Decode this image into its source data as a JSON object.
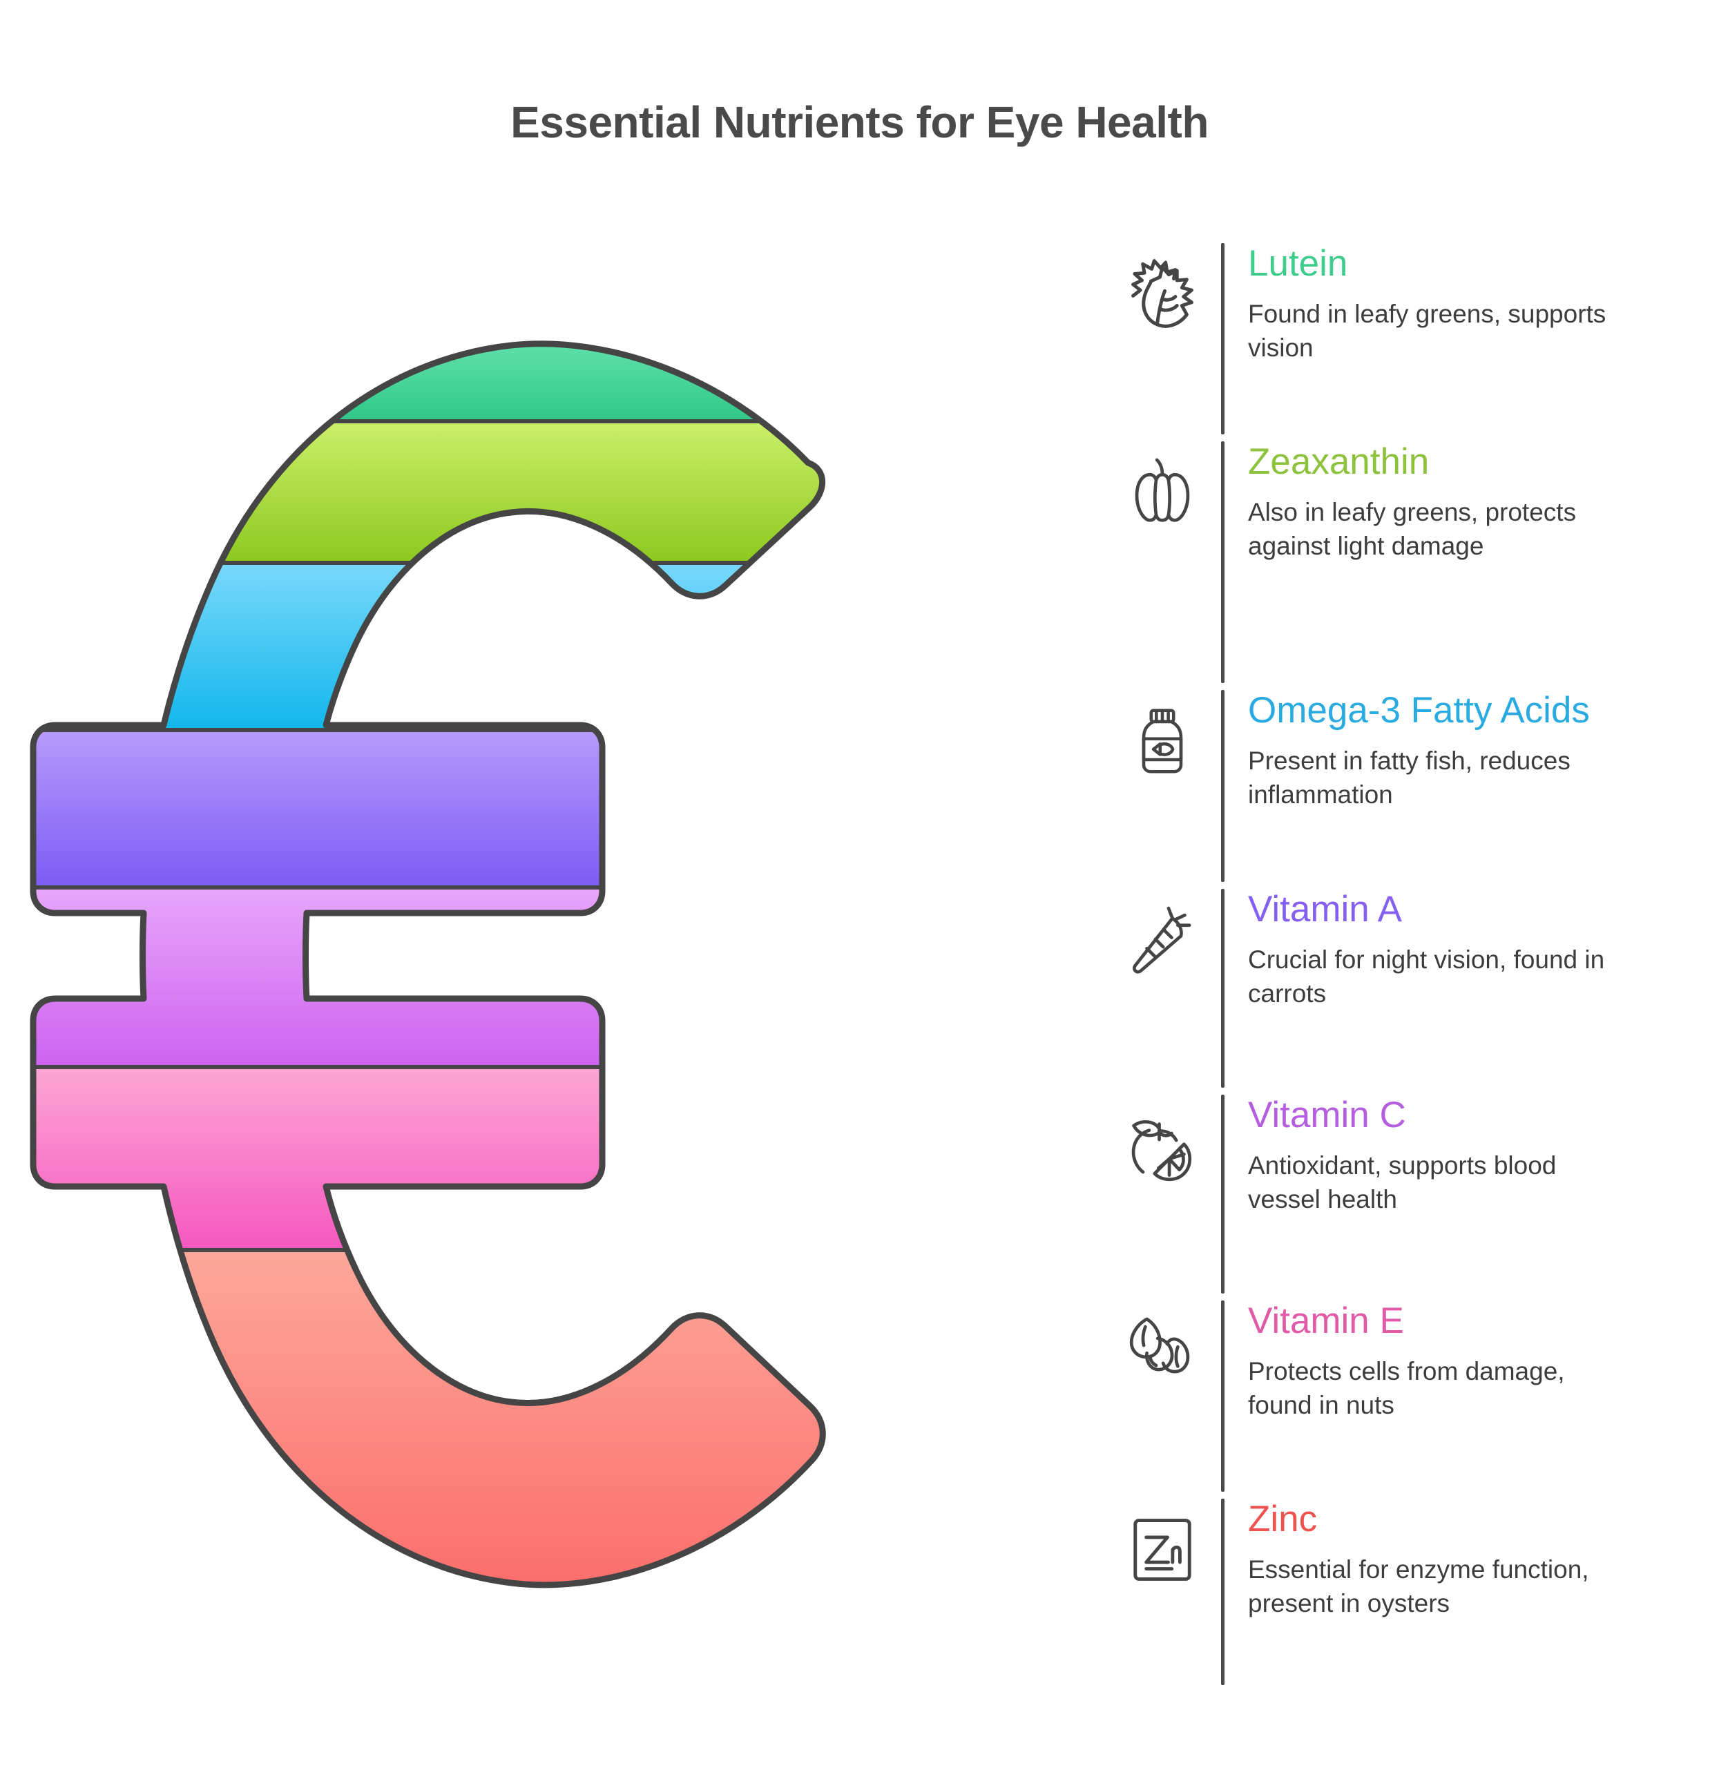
{
  "title": "Essential Nutrients for Eye Health",
  "colors": {
    "title_text": "#4a4a4a",
    "body_text": "#3d3d3d",
    "outline": "#454545",
    "background": "#ffffff",
    "lutein": "#3ECD8C",
    "zeaxanthin": "#8CC23C",
    "omega3": "#29ABE2",
    "vitamin_a": "#8560F0",
    "vitamin_c": "#B55EE0",
    "vitamin_e": "#E05AA8",
    "zinc": "#EF5350"
  },
  "legend": {
    "items": [
      {
        "id": "lutein",
        "title": "Lutein",
        "description": "Found in leafy greens, supports vision",
        "color": "#3ECD8C",
        "icon": "leaves-icon"
      },
      {
        "id": "zeaxanthin",
        "title": "Zeaxanthin",
        "description": "Also in leafy greens, protects against light damage",
        "color": "#8CC23C",
        "icon": "bell-pepper-icon"
      },
      {
        "id": "omega3",
        "title": "Omega-3 Fatty Acids",
        "description": "Present in fatty fish, reduces inflammation",
        "color": "#29ABE2",
        "icon": "supplement-bottle-fish-icon"
      },
      {
        "id": "vitamin-a",
        "title": "Vitamin A",
        "description": "Crucial for night vision, found in carrots",
        "color": "#8560F0",
        "icon": "carrot-icon"
      },
      {
        "id": "vitamin-c",
        "title": "Vitamin C",
        "description": "Antioxidant, supports blood vessel health",
        "color": "#B55EE0",
        "icon": "orange-citrus-icon"
      },
      {
        "id": "vitamin-e",
        "title": "Vitamin E",
        "description": "Protects cells from damage, found in nuts",
        "color": "#E05AA8",
        "icon": "nuts-icon"
      },
      {
        "id": "zinc",
        "title": "Zinc",
        "description": "Essential for enzyme function, present in oysters",
        "color": "#EF5350",
        "icon": "zn-element-tile-icon"
      }
    ]
  },
  "chart_data": {
    "type": "pie",
    "title": "Essential Nutrients for Eye Health",
    "shape": "euro-symbol",
    "note": "Euro-sign shaped graphic divided into 7 horizontal colour bands, one per nutrient, ordered top to bottom.",
    "categories": [
      "Lutein",
      "Zeaxanthin",
      "Omega-3 Fatty Acids",
      "Vitamin A",
      "Vitamin C",
      "Vitamin E",
      "Zinc"
    ],
    "series": [
      {
        "name": "Band vertical extent (px, top to bottom of graphic)",
        "values": [
          165,
          175,
          160,
          170,
          175,
          180,
          185
        ]
      }
    ],
    "band_colors_top": [
      "#7BEDBC",
      "#CBF06A",
      "#78D8FA",
      "#B79BFA",
      "#E7A6FA",
      "#FCA6D4",
      "#FCA89A"
    ],
    "band_colors_bottom": [
      "#2FC98A",
      "#8CC81E",
      "#12B7EC",
      "#7B5CF5",
      "#CE63F0",
      "#F558C0",
      "#FB6161"
    ],
    "legend_position": "right",
    "grid": false
  }
}
